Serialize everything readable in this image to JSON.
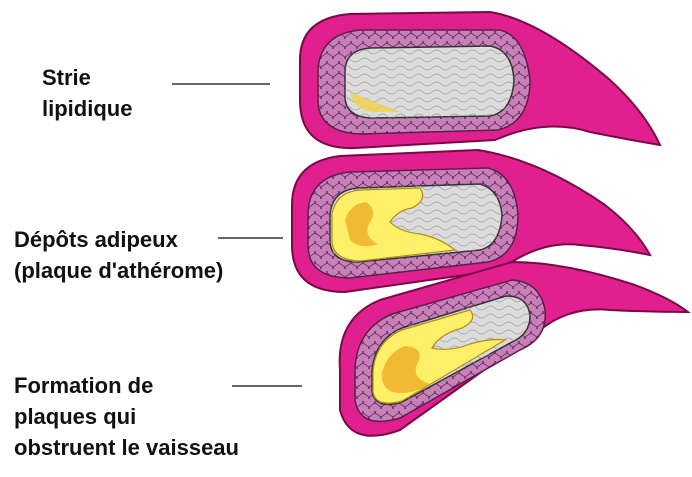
{
  "labels": [
    {
      "lines": [
        "Strie",
        "lipidique"
      ]
    },
    {
      "lines": [
        "Dépôts adipeux",
        "(plaque d'athérome)"
      ]
    },
    {
      "lines": [
        "Formation de",
        "plaques qui",
        "obstruent le vaisseau"
      ]
    }
  ],
  "colors": {
    "vessel_wall": "#e0208e",
    "wall_dark": "#8a0a4c",
    "wall_inner": "#c780b8",
    "lumen": "#dcdcdc",
    "plaque_yellow": "#fff06a",
    "plaque_orange": "#efb028",
    "leader_line": "#333333"
  },
  "stages": [
    {
      "name": "fatty-streak",
      "plaque_severity": 0.1
    },
    {
      "name": "fatty-deposits",
      "plaque_severity": 0.5
    },
    {
      "name": "obstructing-plaque",
      "plaque_severity": 0.8
    }
  ]
}
